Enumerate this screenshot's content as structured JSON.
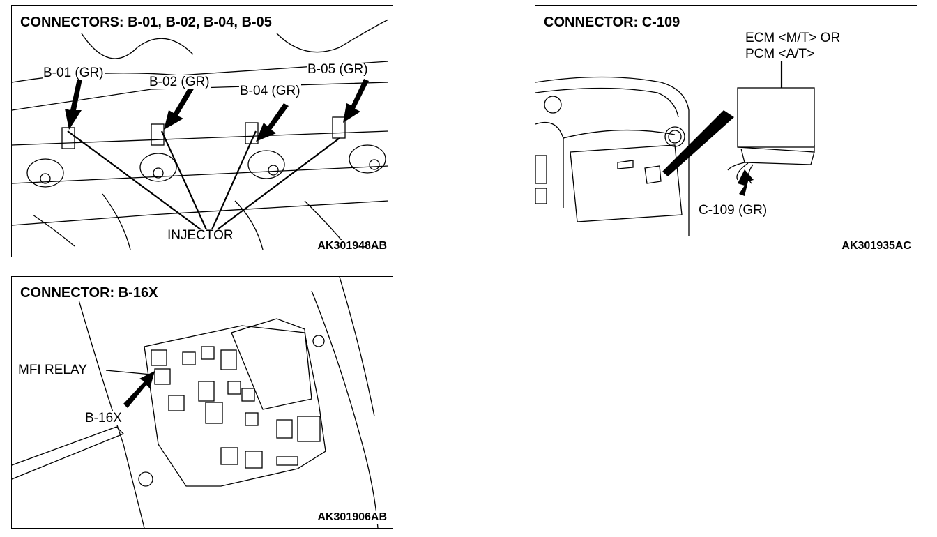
{
  "panels": {
    "injectors": {
      "title": "CONNECTORS: B-01, B-02, B-04, B-05",
      "labels": [
        "B-01 (GR)",
        "B-02 (GR)",
        "B-04 (GR)",
        "B-05 (GR)"
      ],
      "component": "INJECTOR",
      "figure_code": "AK301948AB"
    },
    "ecm": {
      "title": "CONNECTOR: C-109",
      "component_line1": "ECM <M/T> OR",
      "component_line2": "PCM <A/T>",
      "connector_label": "C-109 (GR)",
      "figure_code": "AK301935AC"
    },
    "relay": {
      "title": "CONNECTOR: B-16X",
      "component": "MFI RELAY",
      "connector_label": "B-16X",
      "figure_code": "AK301906AB"
    }
  }
}
